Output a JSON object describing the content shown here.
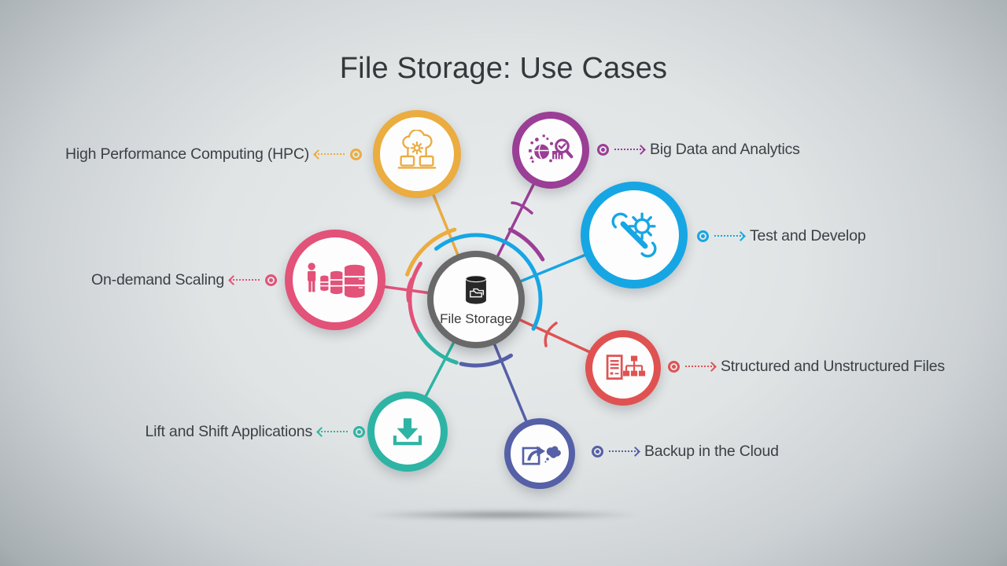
{
  "title": "File Storage: Use Cases",
  "hub": {
    "label": "File Storage",
    "icon": "storage-cylinder-folder-icon",
    "ring_color": "#696969"
  },
  "nodes": [
    {
      "id": "hpc",
      "label": "High Performance Computing (HPC)",
      "color": "#ebac40",
      "icon": "cloud-computing-icon",
      "label_side": "left"
    },
    {
      "id": "big-data",
      "label": "Big Data and Analytics",
      "color": "#9b3e96",
      "icon": "globe-analytics-icon",
      "label_side": "right"
    },
    {
      "id": "test-develop",
      "label": "Test and Develop",
      "color": "#16a6e4",
      "icon": "wrench-gear-icon",
      "label_side": "right"
    },
    {
      "id": "structured-files",
      "label": "Structured and Unstructured Files",
      "color": "#e05252",
      "icon": "document-hierarchy-icon",
      "label_side": "right"
    },
    {
      "id": "backup-cloud",
      "label": "Backup in the Cloud",
      "color": "#5560a7",
      "icon": "export-cloud-icon",
      "label_side": "right"
    },
    {
      "id": "lift-shift",
      "label": "Lift and Shift Applications",
      "color": "#2eb4a4",
      "icon": "download-icon",
      "label_side": "left"
    },
    {
      "id": "on-demand-scaling",
      "label": "On-demand Scaling",
      "color": "#e25279",
      "icon": "user-database-scaling-icon",
      "label_side": "left"
    }
  ],
  "style": {
    "background_center": "#e9eced",
    "background_edge": "#8d9499",
    "text_color": "#3b4045",
    "title_color": "#33383b"
  }
}
